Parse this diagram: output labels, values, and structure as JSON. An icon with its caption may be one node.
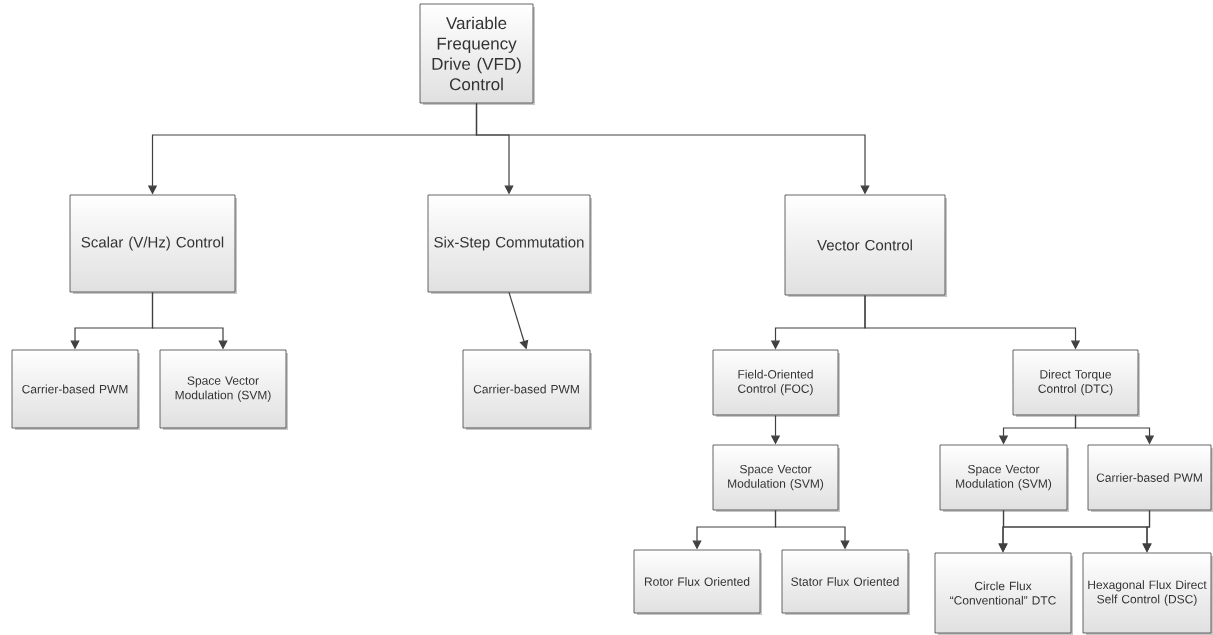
{
  "diagram": {
    "nodes": [
      {
        "text": [
          "Variable Frequency Drive (VFD) Control"
        ]
      },
      {
        "text": [
          "Scalar (V/Hz) Control"
        ]
      },
      {
        "text": [
          "Six-Step Commutation"
        ]
      },
      {
        "text": [
          "Vector Control"
        ]
      },
      {
        "text": [
          "Carrier-based PWM"
        ]
      },
      {
        "text": [
          "Space Vector Modulation (SVM)"
        ]
      },
      {
        "text": [
          "Carrier-based PWM"
        ]
      },
      {
        "text": [
          "Field-Oriented Control (FOC)"
        ]
      },
      {
        "text": [
          "Direct Torque Control (DTC)"
        ]
      },
      {
        "text": [
          "Space Vector Modulation (SVM)"
        ]
      },
      {
        "text": [
          "Rotor Flux Oriented"
        ]
      },
      {
        "text": [
          "Stator Flux Oriented"
        ]
      },
      {
        "text": [
          "Space Vector Modulation (SVM)"
        ]
      },
      {
        "text": [
          "Carrier-based PWM"
        ]
      },
      {
        "text": [
          "Circle Flux “Conventional” DTC"
        ]
      },
      {
        "text": [
          "Hexagonal Flux Direct Self Control (DSC)"
        ]
      }
    ],
    "edges": [
      {
        "from": 0,
        "to": 1,
        "arrow": "to"
      },
      {
        "from": 0,
        "to": 2,
        "arrow": "to"
      },
      {
        "from": 0,
        "to": 3,
        "arrow": "to"
      },
      {
        "from": 1,
        "to": 4,
        "arrow": "to"
      },
      {
        "from": 1,
        "to": 5,
        "arrow": "to"
      },
      {
        "from": 2,
        "to": 6,
        "arrow": "to"
      },
      {
        "from": 3,
        "to": 7,
        "arrow": "to"
      },
      {
        "from": 3,
        "to": 8,
        "arrow": "to"
      },
      {
        "from": 7,
        "to": 9,
        "arrow": "to"
      },
      {
        "from": 9,
        "to": 10,
        "arrow": "to"
      },
      {
        "from": 9,
        "to": 11,
        "arrow": "to"
      },
      {
        "from": 8,
        "to": 12,
        "arrow": "to"
      },
      {
        "from": 8,
        "to": 13,
        "arrow": "to"
      },
      {
        "from": 12,
        "to": 14,
        "arrow": "to"
      },
      {
        "from": 12,
        "to": 15,
        "arrow": "to"
      },
      {
        "from": 13,
        "to": 14,
        "arrow": "to"
      },
      {
        "from": 13,
        "to": 15,
        "arrow": "to"
      }
    ]
  }
}
